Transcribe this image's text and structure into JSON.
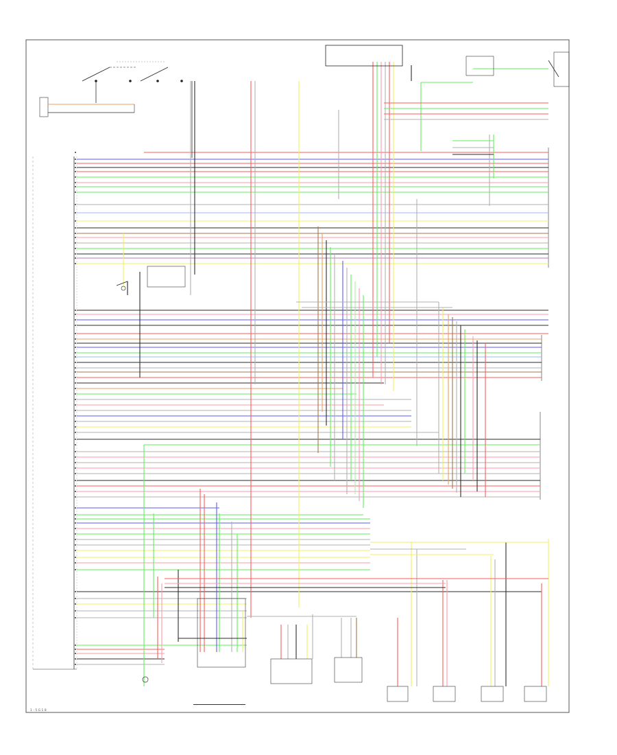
{
  "diagram": {
    "footer_code": "1 - 5 G 1 8"
  },
  "colors": {
    "red": "#ff5a5a",
    "green": "#5cf05c",
    "blue": "#5a5aff",
    "yellow": "#f0f060",
    "black": "#2a2a2a",
    "gray": "#b0b0b0",
    "pink": "#ff9aa8",
    "orange": "#e8a060",
    "brown": "#a07848",
    "light_green": "#a8f0a8",
    "light_blue": "#9ab8ff",
    "violet": "#c070c0"
  },
  "icons": [
    "ground-symbol",
    "connector-pin",
    "relay-switch"
  ]
}
